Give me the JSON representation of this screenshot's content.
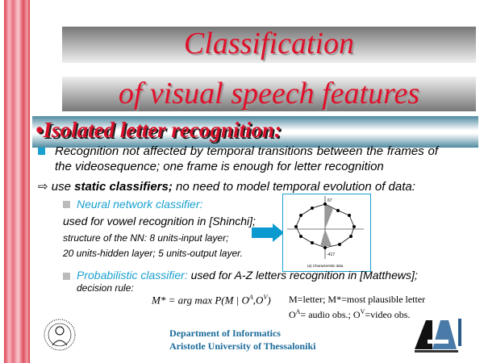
{
  "title": {
    "line1": "Classification",
    "line2": "of visual speech features"
  },
  "subtitle": "•Isolated letter recognition:",
  "bullet1": "Recognition not affected by temporal transitions between the frames of the videosequence; one frame is enough for letter recognition",
  "arrow_point": {
    "prefix": "use ",
    "bold": "static classifiers;",
    "rest": " no need to model temporal evolution of data:"
  },
  "nn": {
    "label": "Neural network classifier:",
    "line1": "used for vowel recognition in [Shinchi];",
    "line2": "structure of the NN:  8 units-input layer;",
    "line3": "20 units-hidden layer; 5 units-output layer."
  },
  "figure": {
    "top_label": "67",
    "bottom_label": "-417",
    "caption": "(a) Characteristic data"
  },
  "prob": {
    "label": "Probabilistic classifier:",
    "rest": " used for A-Z letters recognition in [Matthews];",
    "line2": "decision rule:"
  },
  "formula": {
    "lhs": "M* = arg max P(M | O",
    "rhs": "M=letter; M*=most plausible letter",
    "line2": "O<sup>A</sup>= audio obs.; O<sup>V</sup>=video obs."
  },
  "legend": {
    "rhs1": "M=letter; M*=most plausible letter",
    "rhs2a": "O",
    "rhs2b": "A",
    "rhs2c": "= audio obs.; O",
    "rhs2d": "V",
    "rhs2e": "=video obs."
  },
  "footer": {
    "dept": "Department of Informatics",
    "univ": "Aristotle University of Thessaloniki",
    "logo": "AIIA Laboratory"
  },
  "colors": {
    "title": "#e0102a",
    "accent": "#1aa0d0",
    "footer": "#1a6a9a"
  }
}
